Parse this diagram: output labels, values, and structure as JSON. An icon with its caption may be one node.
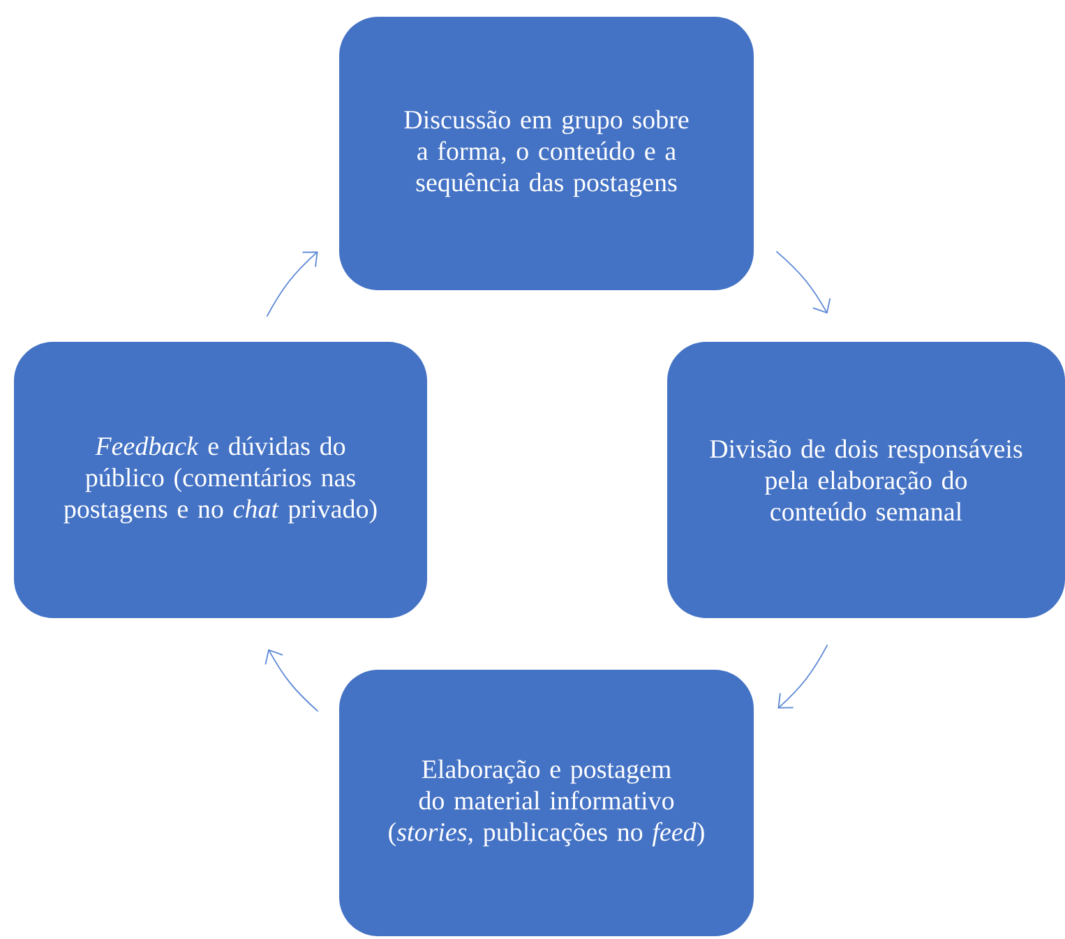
{
  "diagram": {
    "nodes": [
      {
        "text": [
          "Discussão em grupo sobre a forma, o conteúdo e a sequência das postagens"
        ]
      },
      {
        "text": [
          "Divisão de dois responsáveis pela elaboração do conteúdo semanal"
        ]
      },
      {
        "text": [
          "Elaboração e postagem do material informativo (*stories*, publicações no *feed*)"
        ]
      },
      {
        "text": [
          "*Feedback* e dúvidas do público (comentários nas postagens e no *chat* privado)"
        ]
      }
    ],
    "edges": [
      {
        "from": 0,
        "to": 1,
        "arrow": "to"
      },
      {
        "from": 1,
        "to": 2,
        "arrow": "to"
      },
      {
        "from": 2,
        "to": 3,
        "arrow": "to"
      },
      {
        "from": 3,
        "to": 0,
        "arrow": "to"
      }
    ]
  }
}
